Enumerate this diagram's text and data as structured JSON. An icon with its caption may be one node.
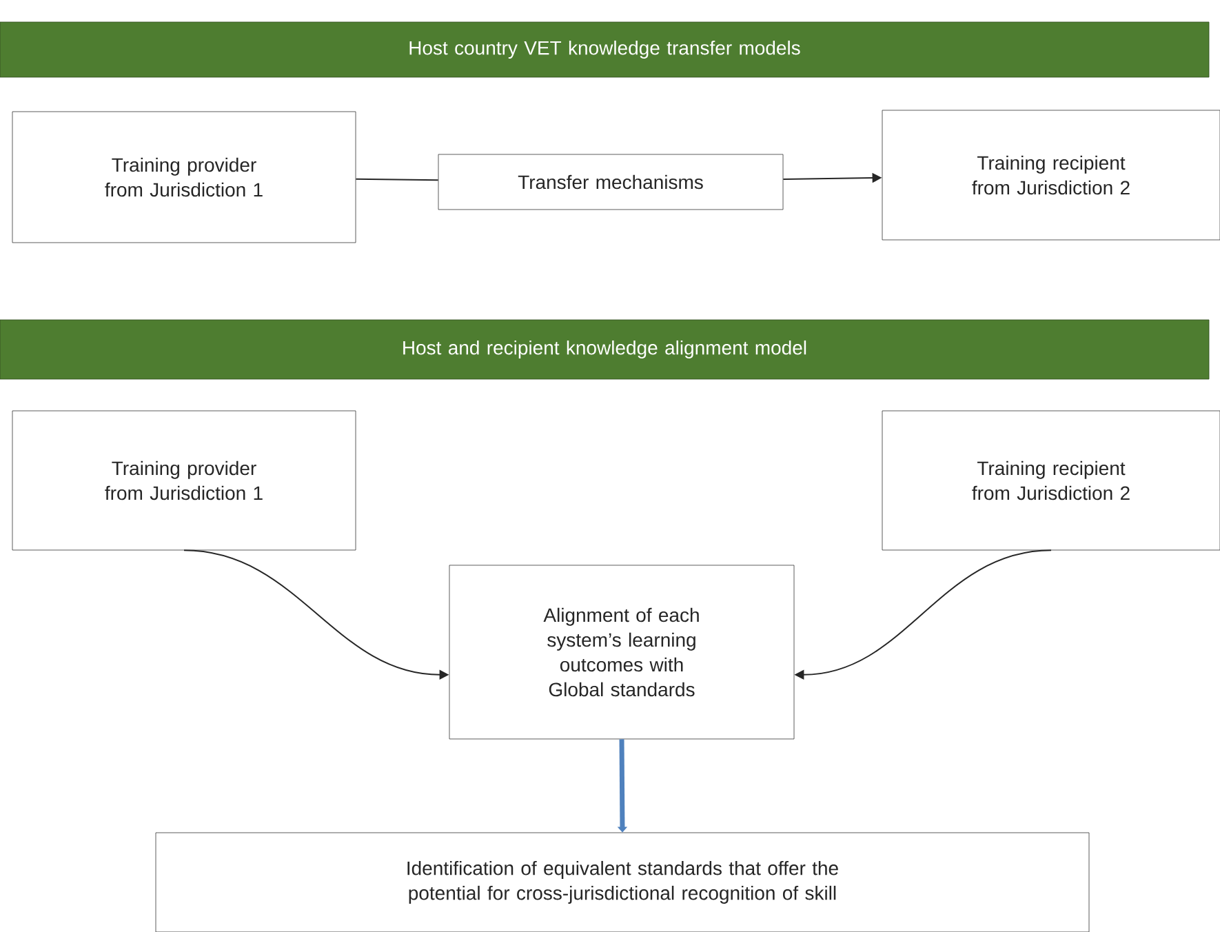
{
  "diagram": {
    "nodes": [
      {
        "text": [
          "Host country VET knowledge transfer models"
        ]
      },
      {
        "text": [
          "Training provider from Jurisdiction 1"
        ]
      },
      {
        "text": [
          "Transfer mechanisms"
        ]
      },
      {
        "text": [
          "Training recipient from Jurisdiction 2"
        ]
      },
      {
        "text": [
          "Host and recipient knowledge alignment model"
        ]
      },
      {
        "text": [
          "Training provider from Jurisdiction 1"
        ]
      },
      {
        "text": [
          "Training recipient from Jurisdiction 2"
        ]
      },
      {
        "text": [
          "Alignment of each system’s learning outcomes with Global standards"
        ]
      },
      {
        "text": [
          "Identification of equivalent standards that offer the potential for cross-jurisdictional recognition of skill"
        ]
      }
    ],
    "edges": [
      {
        "from": 1,
        "to": 2,
        "arrow": "none"
      },
      {
        "from": 2,
        "to": 3,
        "arrow": "to"
      },
      {
        "from": 5,
        "to": 7,
        "arrow": "to"
      },
      {
        "from": 6,
        "to": 7,
        "arrow": "to"
      },
      {
        "from": 7,
        "to": 8,
        "arrow": "to",
        "style": "thick",
        "color": "#4f81bd"
      }
    ]
  }
}
